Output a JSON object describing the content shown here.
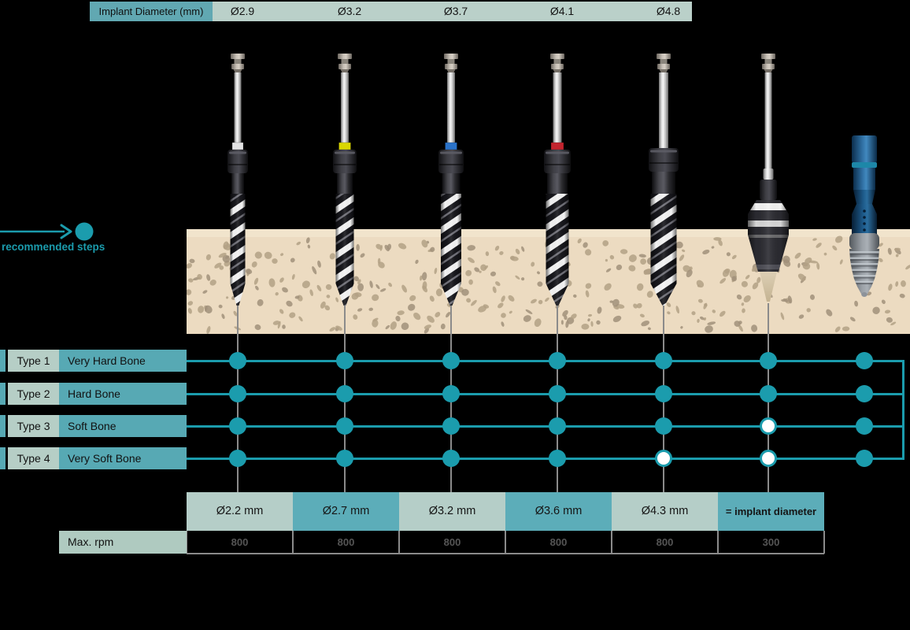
{
  "colors": {
    "accent_teal": "#1b9cad",
    "header_label_bg": "#61a8b2",
    "header_values_bg": "#bad0c9",
    "band_teal": "#57a9b4",
    "label_sage": "#b6cec6",
    "rpm_label_sage": "#afcac0",
    "cell_light": "#b5cec8",
    "cell_teal": "#5cadb9",
    "bone_bg": "#ecdbc1",
    "bone_spot": "#b3a185",
    "gray_line": "#8b8b8b",
    "rpm_text": "#555555"
  },
  "header": {
    "label": "Implant Diameter (mm)",
    "values": [
      "Ø2.9",
      "Ø3.2",
      "Ø3.7",
      "Ø4.1",
      "Ø4.8"
    ]
  },
  "legend": {
    "recommended_steps": "recommended steps"
  },
  "bone_types": [
    {
      "type": "Type 1",
      "name": "Very Hard Bone"
    },
    {
      "type": "Type 2",
      "name": "Hard Bone"
    },
    {
      "type": "Type 3",
      "name": "Soft Bone"
    },
    {
      "type": "Type 4",
      "name": "Very Soft Bone"
    }
  ],
  "matrix": {
    "note": "1 = filled teal dot (recommended step), 0 = open white dot",
    "columns": [
      "drill-2.2",
      "drill-2.7",
      "drill-3.2",
      "drill-3.6",
      "drill-4.3",
      "final-drill",
      "implant"
    ],
    "rows": [
      [
        1,
        1,
        1,
        1,
        1,
        1,
        1
      ],
      [
        1,
        1,
        1,
        1,
        1,
        1,
        1
      ],
      [
        1,
        1,
        1,
        1,
        1,
        0,
        1
      ],
      [
        1,
        1,
        1,
        1,
        0,
        0,
        1
      ]
    ]
  },
  "tools": {
    "ring_colors": [
      "#e3e3e3",
      "#d9d600",
      "#2a72c8",
      "#c2242e",
      null,
      null
    ],
    "diameter_labels": [
      "Ø2.2 mm",
      "Ø2.7 mm",
      "Ø3.2 mm",
      "Ø3.6 mm",
      "Ø4.3 mm",
      "= implant diameter"
    ]
  },
  "footer": {
    "max_rpm_label": "Max. rpm",
    "rpm_values": [
      "800",
      "800",
      "800",
      "800",
      "800",
      "300"
    ]
  }
}
